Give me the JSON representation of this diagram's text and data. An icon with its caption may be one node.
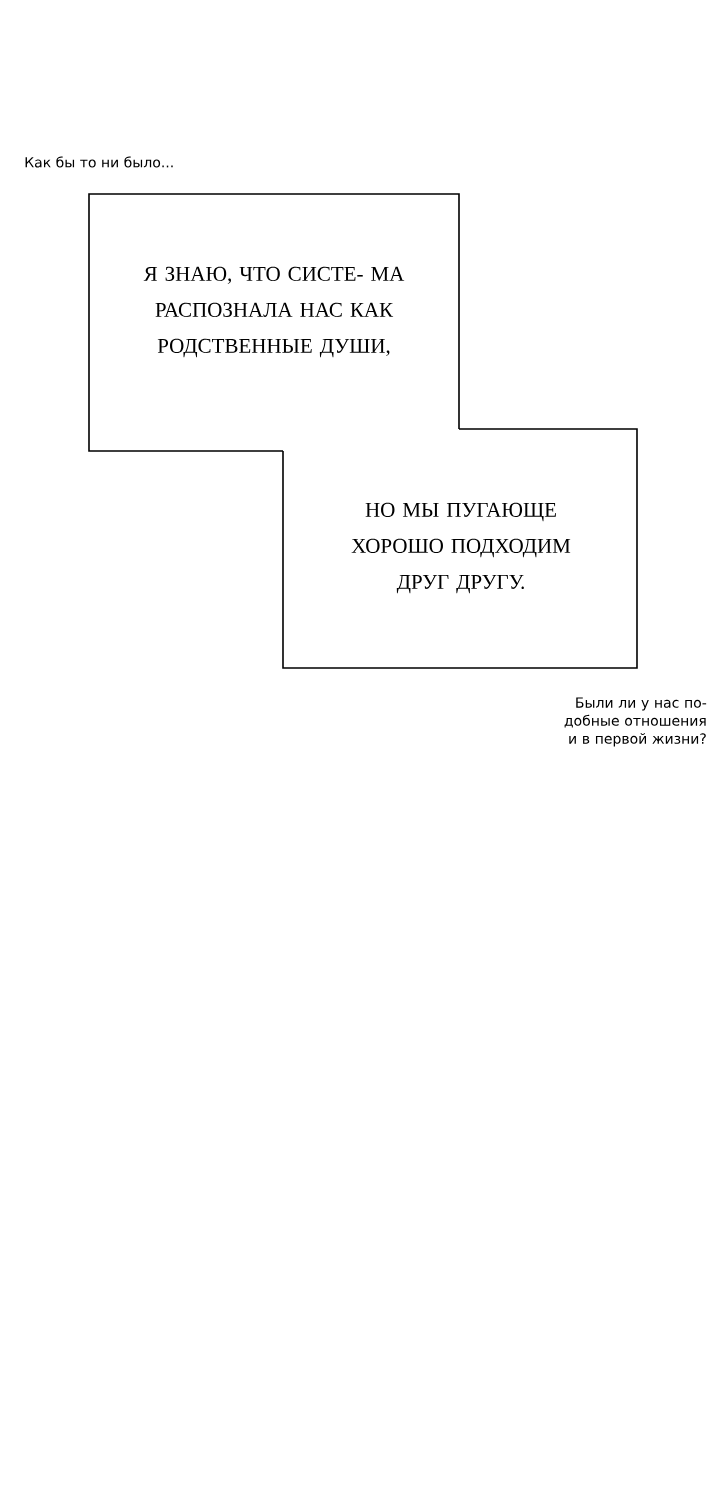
{
  "diagram": {
    "nodes": [
      {
        "text": [
          "Я ЗНАЮ, ЧТО СИСТЕ- МА РАСПОЗНАЛА НАС КАК РОДСТВЕННЫЕ ДУШИ,"
        ]
      },
      {
        "text": [
          "НО МЫ ПУГАЮЩЕ ХОРОШО ПОДХОДИМ ДРУГ ДРУГУ."
        ]
      }
    ],
    "labels": [
      "Как бы то ни было...",
      "Были ли у нас по- добные отношения и в первой жизни?"
    ]
  }
}
